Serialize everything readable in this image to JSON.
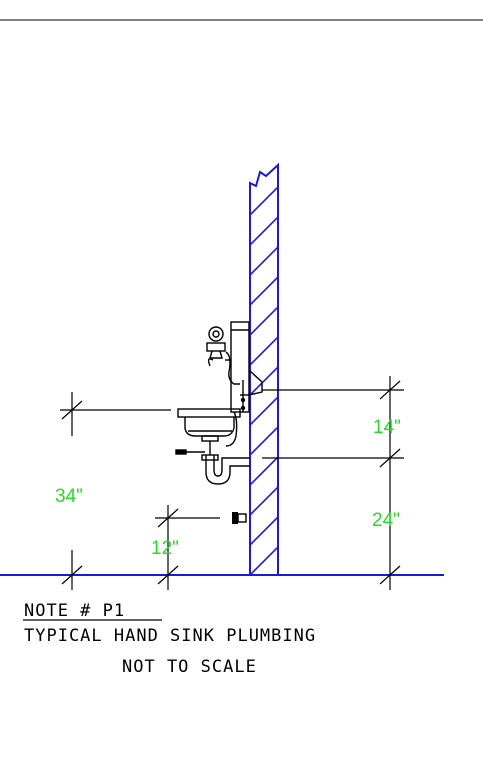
{
  "dimensions": {
    "sink_rim_height": "34\"",
    "bracket_spacing": "14\"",
    "lower_bracket_height": "24\"",
    "supply_height": "12\""
  },
  "note": {
    "title": "NOTE # P1",
    "line1": "TYPICAL HAND SINK PLUMBING",
    "line2": "NOT TO SCALE"
  },
  "colors": {
    "wall": "#1a1adb",
    "dimension_text": "#22dd22",
    "linework": "#000000"
  }
}
